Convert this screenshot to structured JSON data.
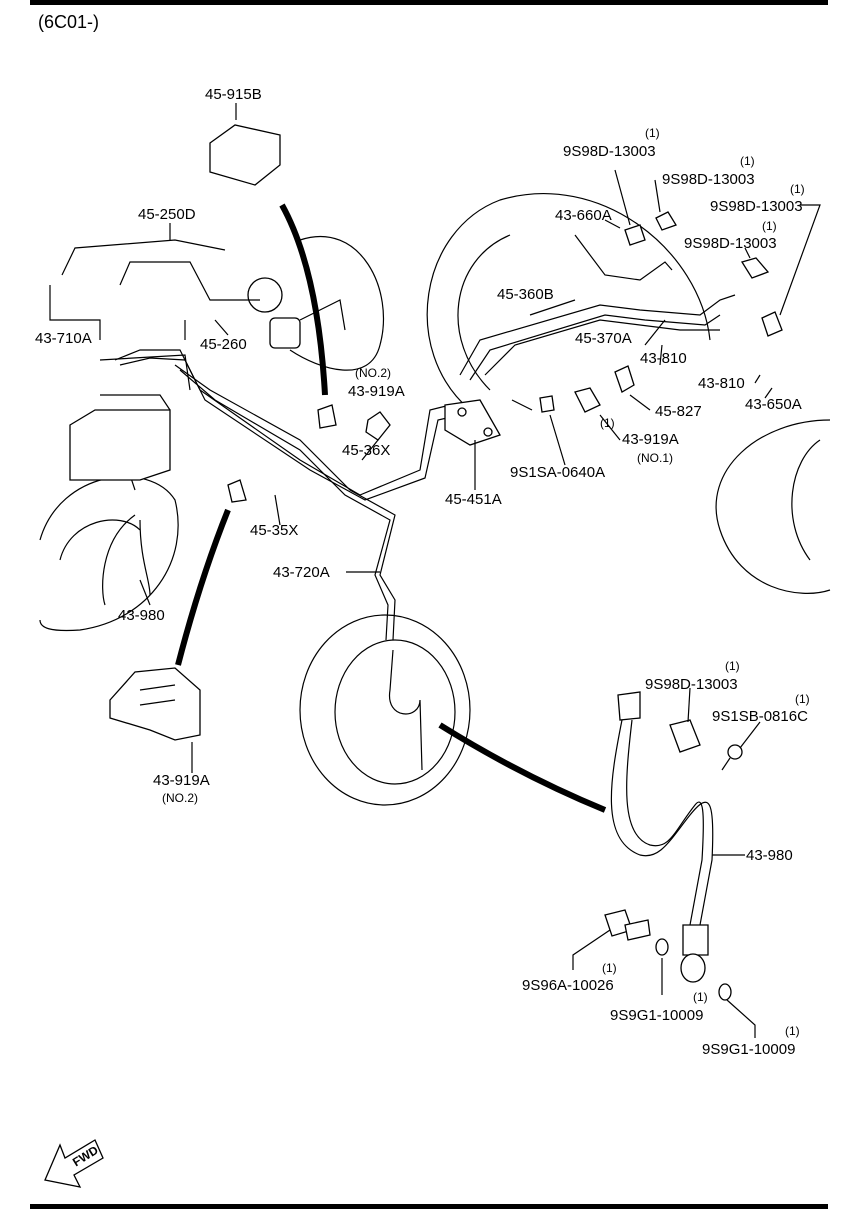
{
  "header": {
    "code": "(6C01-)"
  },
  "labels": {
    "l45_915B": "45-915B",
    "l45_250D": "45-250D",
    "l45_260": "45-260",
    "l43_710A": "43-710A",
    "l43_980_left": "43-980",
    "l43_919A_no2_top": "43-919A",
    "no2_top": "(NO.2)",
    "l45_36X": "45-36X",
    "l45_35X": "45-35X",
    "l43_720A": "43-720A",
    "l43_919A_no2_bottom": "43-919A",
    "no2_bottom": "(NO.2)",
    "l43_660A": "43-660A",
    "l45_360B": "45-360B",
    "l45_370A": "45-370A",
    "l43_810_a": "43-810",
    "l43_810_b": "43-810",
    "l43_650A": "43-650A",
    "l45_827": "45-827",
    "l43_919A_no1": "43-919A",
    "no1": "(NO.1)",
    "l9S1SA": "9S1SA-0640A",
    "l45_451A": "45-451A",
    "l9S98D_1": "9S98D-13003",
    "l9S98D_2": "9S98D-13003",
    "l9S98D_3": "9S98D-13003",
    "l9S98D_4": "9S98D-13003",
    "l9S98D_5": "9S98D-13003",
    "l9S1SB": "9S1SB-0816C",
    "l43_980_right": "43-980",
    "l9S96A": "9S96A-10026",
    "l9S9G1_a": "9S9G1-10009",
    "l9S9G1_b": "9S9G1-10009",
    "qty": "(1)",
    "fwd": "FWD"
  }
}
